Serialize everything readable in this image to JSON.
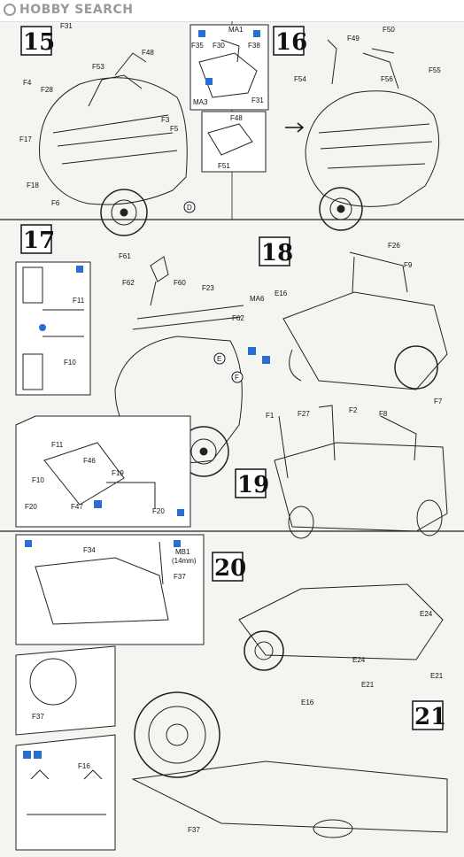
{
  "header": {
    "logo_text": "HOBBY SEARCH"
  },
  "steps": [
    {
      "number": "15"
    },
    {
      "number": "16"
    },
    {
      "number": "17"
    },
    {
      "number": "18"
    },
    {
      "number": "19"
    },
    {
      "number": "20"
    },
    {
      "number": "21"
    }
  ],
  "part_labels": {
    "s15": [
      "F31",
      "F53",
      "F48",
      "F4",
      "F28",
      "F17",
      "F18",
      "F6",
      "F3",
      "F5",
      "MA1",
      "F35",
      "F30",
      "F38",
      "MA3",
      "F31",
      "F48",
      "F51"
    ],
    "s16": [
      "F49",
      "F50",
      "F54",
      "F56",
      "F55"
    ],
    "s17": [
      "F61",
      "F62",
      "F60",
      "F23",
      "F62",
      "F11",
      "F10",
      "F11",
      "F46",
      "F19",
      "F10",
      "F20",
      "F47",
      "F20"
    ],
    "s18": [
      "F26",
      "F9",
      "MA6",
      "E16"
    ],
    "s19": [
      "F1",
      "F27",
      "F2",
      "F8",
      "F7"
    ],
    "s20": [
      "F34",
      "MB1",
      "(14mm)",
      "F37",
      "F37",
      "E24",
      "E24",
      "E21",
      "E21",
      "E16"
    ],
    "s21": [
      "F16",
      "F37"
    ]
  },
  "markers": {
    "d": "D",
    "e": "E",
    "f": "F"
  },
  "colors": {
    "ink": "#111111",
    "accent_blue": "#2a6fd0",
    "paper": "#f4f4f0"
  }
}
